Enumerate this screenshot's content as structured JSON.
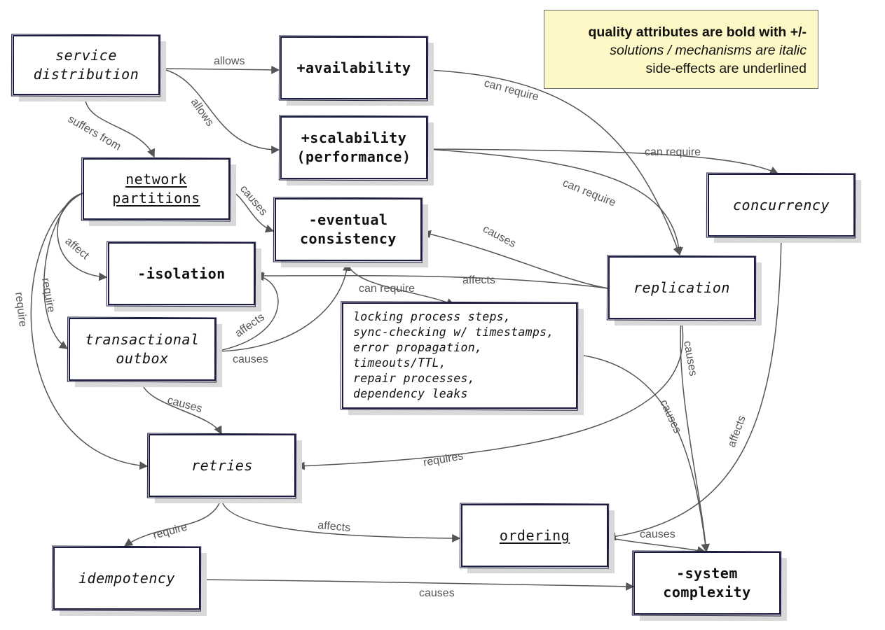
{
  "legend": {
    "line1": "quality attributes are bold with +/-",
    "line2": "solutions / mechanisms are italic",
    "line3": "side-effects are underlined"
  },
  "nodes": [
    {
      "id": "service",
      "kind": "solution",
      "lines": [
        "service",
        "distribution"
      ]
    },
    {
      "id": "availability",
      "kind": "quality",
      "lines": [
        "+availability"
      ]
    },
    {
      "id": "scalability",
      "kind": "quality",
      "lines": [
        "+scalability",
        "(performance)"
      ]
    },
    {
      "id": "partitions",
      "kind": "side",
      "lines": [
        "network",
        "partitions"
      ]
    },
    {
      "id": "eventual",
      "kind": "quality",
      "lines": [
        "-eventual",
        "consistency"
      ]
    },
    {
      "id": "concurrency",
      "kind": "solution",
      "lines": [
        "concurrency"
      ]
    },
    {
      "id": "isolation",
      "kind": "quality",
      "lines": [
        "-isolation"
      ]
    },
    {
      "id": "replication",
      "kind": "solution",
      "lines": [
        "replication"
      ]
    },
    {
      "id": "outbox",
      "kind": "solution",
      "lines": [
        "transactional",
        "outbox"
      ]
    },
    {
      "id": "locking",
      "kind": "notes",
      "lines": [
        "locking process steps,",
        "sync-checking w/ timestamps,",
        "error propagation,",
        "timeouts/TTL,",
        "repair processes,",
        "dependency leaks"
      ]
    },
    {
      "id": "retries",
      "kind": "solution",
      "lines": [
        "retries"
      ]
    },
    {
      "id": "ordering",
      "kind": "side",
      "lines": [
        "ordering"
      ]
    },
    {
      "id": "idempotency",
      "kind": "solution",
      "lines": [
        "idempotency"
      ]
    },
    {
      "id": "complexity",
      "kind": "quality",
      "lines": [
        "-system",
        "complexity"
      ]
    }
  ],
  "edges": [
    {
      "from": "service",
      "to": "availability",
      "label": "allows"
    },
    {
      "from": "service",
      "to": "scalability",
      "label": "allows"
    },
    {
      "from": "service",
      "to": "partitions",
      "label": "suffers from"
    },
    {
      "from": "availability",
      "to": "replication",
      "label": "can require"
    },
    {
      "from": "scalability",
      "to": "concurrency",
      "label": "can require"
    },
    {
      "from": "scalability",
      "to": "replication",
      "label": "can require"
    },
    {
      "from": "partitions",
      "to": "eventual",
      "label": "causes"
    },
    {
      "from": "partitions",
      "to": "isolation",
      "label": "affect"
    },
    {
      "from": "partitions",
      "to": "outbox",
      "label": "require"
    },
    {
      "from": "partitions",
      "to": "retries",
      "label": "require"
    },
    {
      "from": "replication",
      "to": "eventual",
      "label": "causes"
    },
    {
      "from": "replication",
      "to": "isolation",
      "label": "affects"
    },
    {
      "from": "eventual",
      "to": "locking",
      "label": "can require"
    },
    {
      "from": "outbox",
      "to": "isolation",
      "label": "affects"
    },
    {
      "from": "outbox",
      "to": "eventual",
      "label": "causes"
    },
    {
      "from": "outbox",
      "to": "retries",
      "label": "causes"
    },
    {
      "from": "replication",
      "to": "retries",
      "label": "requires"
    },
    {
      "from": "replication",
      "to": "complexity",
      "label": "causes"
    },
    {
      "from": "locking",
      "to": "complexity",
      "label": "causes"
    },
    {
      "from": "concurrency",
      "to": "ordering",
      "label": "affects"
    },
    {
      "from": "retries",
      "to": "idempotency",
      "label": "require"
    },
    {
      "from": "retries",
      "to": "ordering",
      "label": "affects"
    },
    {
      "from": "ordering",
      "to": "complexity",
      "label": "causes"
    },
    {
      "from": "idempotency",
      "to": "complexity",
      "label": "causes"
    }
  ]
}
